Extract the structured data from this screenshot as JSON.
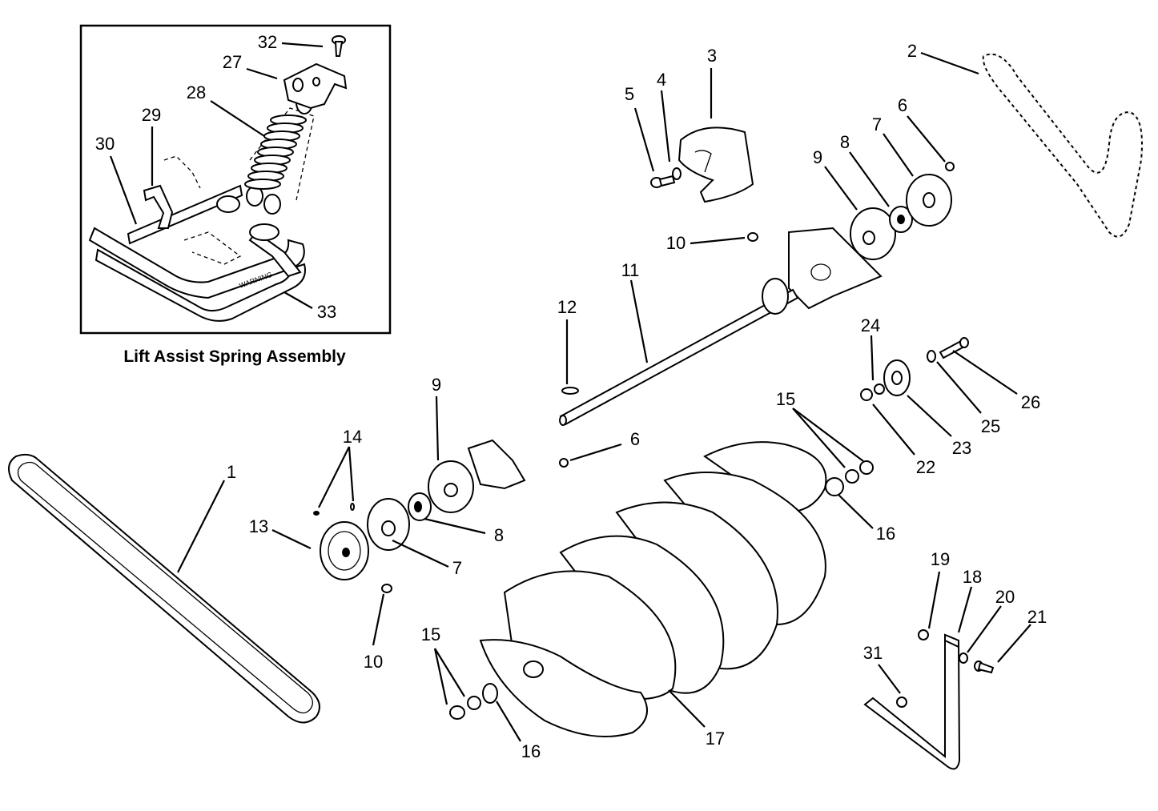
{
  "inset": {
    "caption": "Lift Assist Spring Assembly",
    "warning_text": "WARNING"
  },
  "callouts": [
    {
      "id": "c1",
      "label": "1"
    },
    {
      "id": "c2",
      "label": "2"
    },
    {
      "id": "c3",
      "label": "3"
    },
    {
      "id": "c4",
      "label": "4"
    },
    {
      "id": "c5",
      "label": "5"
    },
    {
      "id": "c6a",
      "label": "6"
    },
    {
      "id": "c6b",
      "label": "6"
    },
    {
      "id": "c7a",
      "label": "7"
    },
    {
      "id": "c7b",
      "label": "7"
    },
    {
      "id": "c8a",
      "label": "8"
    },
    {
      "id": "c8b",
      "label": "8"
    },
    {
      "id": "c9a",
      "label": "9"
    },
    {
      "id": "c9b",
      "label": "9"
    },
    {
      "id": "c10a",
      "label": "10"
    },
    {
      "id": "c10b",
      "label": "10"
    },
    {
      "id": "c11",
      "label": "11"
    },
    {
      "id": "c12",
      "label": "12"
    },
    {
      "id": "c13",
      "label": "13"
    },
    {
      "id": "c14",
      "label": "14"
    },
    {
      "id": "c15a",
      "label": "15"
    },
    {
      "id": "c15b",
      "label": "15"
    },
    {
      "id": "c16a",
      "label": "16"
    },
    {
      "id": "c16b",
      "label": "16"
    },
    {
      "id": "c17",
      "label": "17"
    },
    {
      "id": "c18",
      "label": "18"
    },
    {
      "id": "c19",
      "label": "19"
    },
    {
      "id": "c20",
      "label": "20"
    },
    {
      "id": "c21",
      "label": "21"
    },
    {
      "id": "c22",
      "label": "22"
    },
    {
      "id": "c23",
      "label": "23"
    },
    {
      "id": "c24",
      "label": "24"
    },
    {
      "id": "c25",
      "label": "25"
    },
    {
      "id": "c26",
      "label": "26"
    },
    {
      "id": "c27",
      "label": "27"
    },
    {
      "id": "c28",
      "label": "28"
    },
    {
      "id": "c29",
      "label": "29"
    },
    {
      "id": "c30",
      "label": "30"
    },
    {
      "id": "c31",
      "label": "31"
    },
    {
      "id": "c32",
      "label": "32"
    },
    {
      "id": "c33",
      "label": "33"
    }
  ]
}
